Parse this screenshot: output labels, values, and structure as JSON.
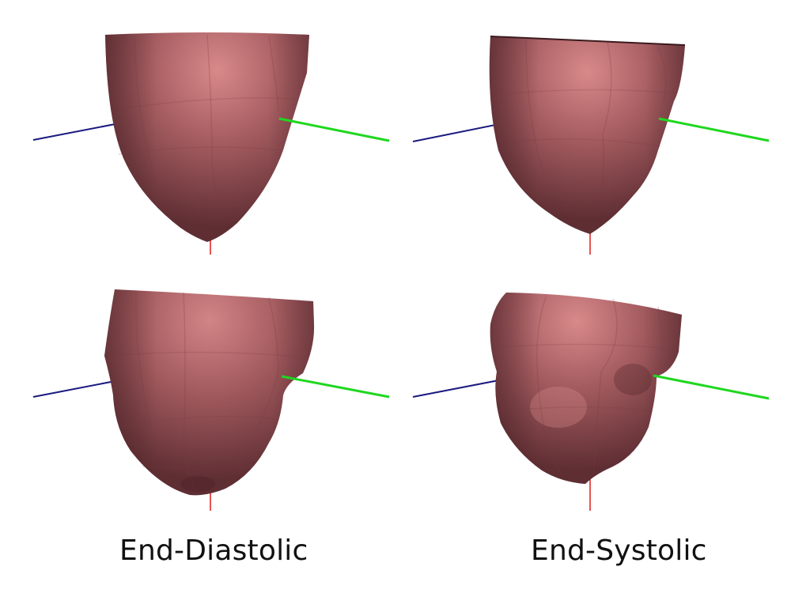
{
  "captions": {
    "end_diastolic": "End-Diastolic",
    "end_systolic": "End-Systolic"
  },
  "colors": {
    "surface_base": "#a05a5e",
    "surface_highlight": "#d8898a",
    "surface_shadow": "#5e2e33",
    "axis_x": "#1a1a80",
    "axis_y": "#1fd71f",
    "axis_z": "#e01b1b"
  },
  "panels": [
    {
      "name": "top-left-heart",
      "phase": "end-diastolic"
    },
    {
      "name": "top-right-heart",
      "phase": "end-systolic"
    },
    {
      "name": "bottom-left-heart",
      "phase": "end-diastolic"
    },
    {
      "name": "bottom-right-heart",
      "phase": "end-systolic"
    }
  ]
}
